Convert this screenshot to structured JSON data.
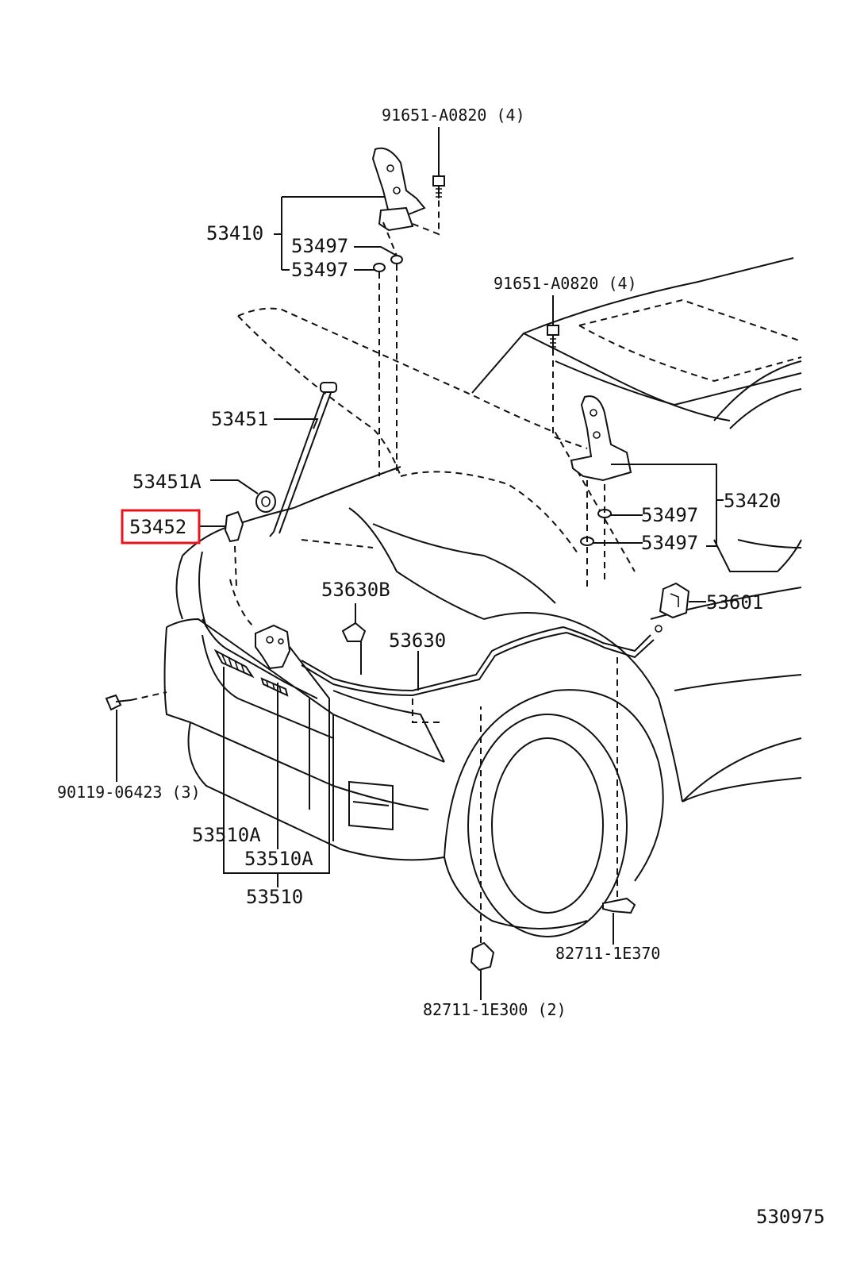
{
  "diagram": {
    "labels": {
      "bolt_top": "91651-A0820 (4)",
      "hinge_lh": "53410",
      "cushion_1": "53497",
      "cushion_2": "53497",
      "bolt_right": "91651-A0820 (4)",
      "support_rod": "53451",
      "rod_holder": "53451A",
      "rod_clamp": "53452",
      "hinge_rh": "53420",
      "cushion_3": "53497",
      "cushion_4": "53497",
      "clamp_b": "53630B",
      "lever": "53601",
      "cable": "53630",
      "bolt_front": "90119-06423 (3)",
      "lock_a1": "53510A",
      "lock_a2": "53510A",
      "lock": "53510",
      "clip_right": "82711-1E370",
      "clip_bottom": "82711-1E300 (2)",
      "diagram_id": "530975"
    },
    "highlight_color": "#e8141c"
  }
}
